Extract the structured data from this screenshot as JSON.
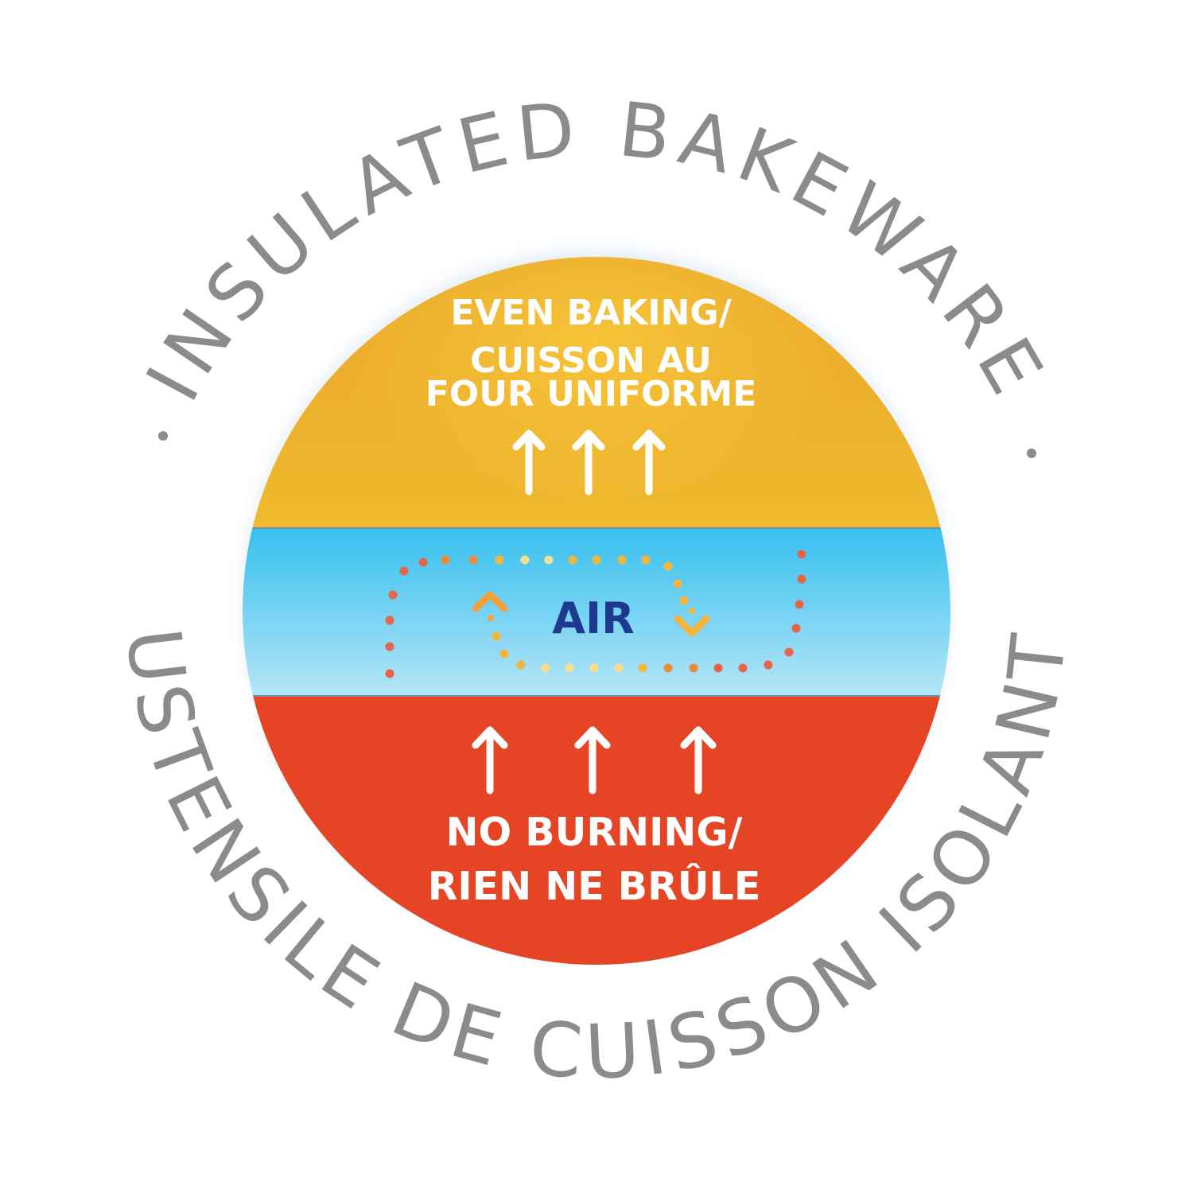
{
  "ring": {
    "top_text": "INSULATED BAKEWARE",
    "bottom_text": "USTENSILE DE CUISSON ISOLANT",
    "separator": "·"
  },
  "top_band": {
    "lines": [
      "EVEN BAKING/",
      "CUISSON AU",
      "FOUR UNIFORME"
    ],
    "arrow_icon": "up-arrow-icon",
    "color_top": "#e9a72b",
    "color_bottom": "#f0b92f"
  },
  "middle_band": {
    "label": "AIR",
    "color_top": "#36c0ee",
    "color_bottom": "#b5e5f7",
    "dot_colors": [
      "#e7644a",
      "#ef8a3a",
      "#f3b53c",
      "#f7df8e"
    ]
  },
  "bottom_band": {
    "lines": [
      "NO BURNING/",
      "RIEN NE BRÛLE"
    ],
    "arrow_icon": "up-arrow-icon",
    "color": "#e54524"
  },
  "colors": {
    "ring_text": "#8a8b8d",
    "air_text": "#1e3a8f",
    "halo": "#dfe9f6"
  }
}
